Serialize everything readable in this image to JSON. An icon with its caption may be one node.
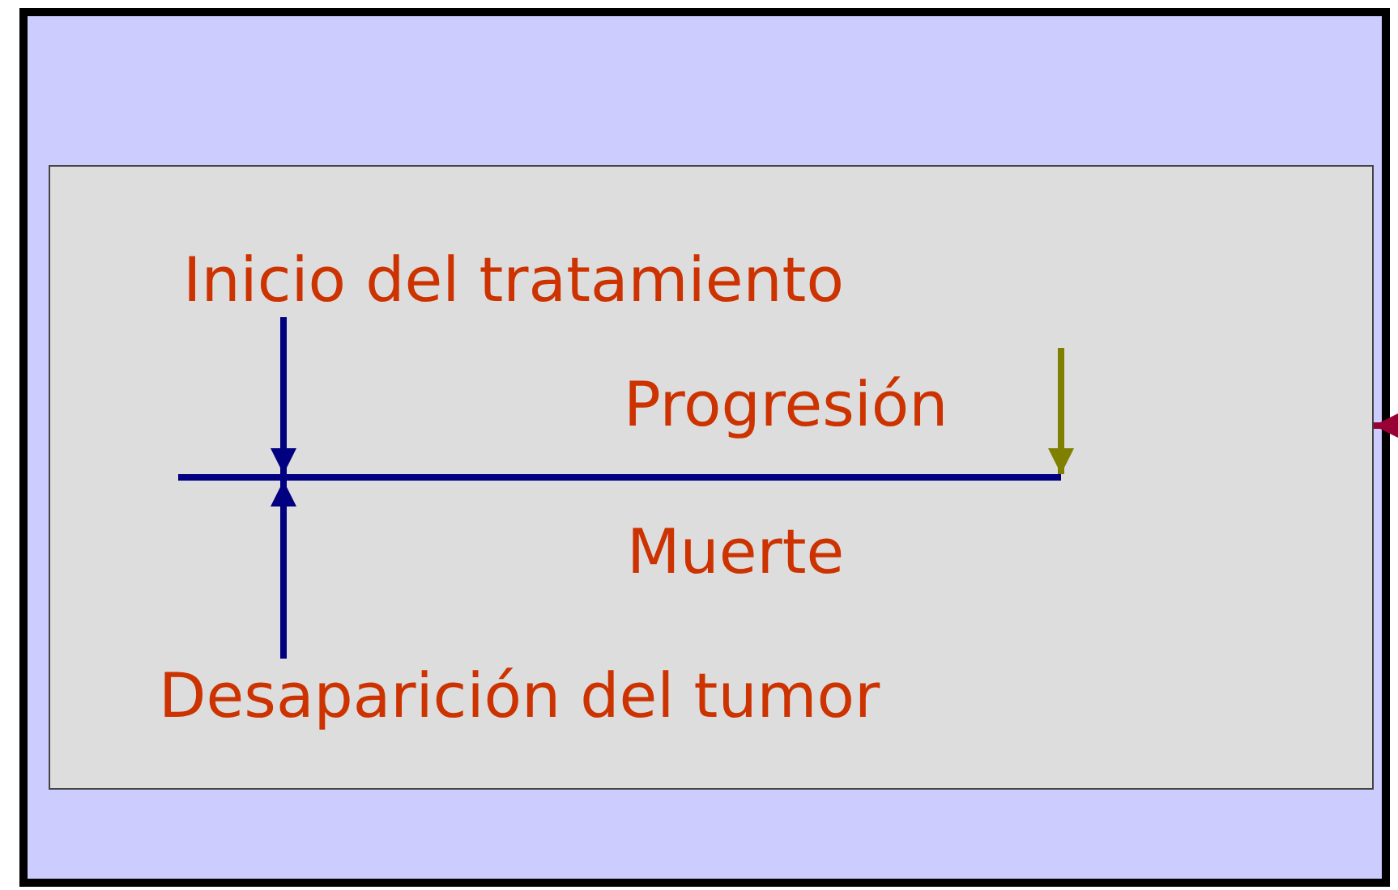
{
  "diagram": {
    "nodes": [
      {
        "text": [],
        "shape": "box"
      },
      {
        "text": [],
        "shape": "box",
        "in": 0
      },
      {
        "text": [
          "Inicio del tratamiento"
        ],
        "in": 1
      },
      {
        "text": [],
        "shape": "bar",
        "in": 1
      },
      {
        "text": [
          "Desaparición del tumor"
        ],
        "in": 1
      }
    ],
    "edges": [
      {
        "from": 2,
        "to": 3,
        "arrow": "to"
      },
      {
        "from": 4,
        "to": 3,
        "arrow": "to"
      },
      {
        "from": null,
        "to": 3,
        "arrow": "to",
        "color": "#808000"
      },
      {
        "from": null,
        "to": 1,
        "arrow": "to",
        "color": "#990033"
      }
    ],
    "labels": [
      "Progresión",
      "Muerte"
    ]
  }
}
